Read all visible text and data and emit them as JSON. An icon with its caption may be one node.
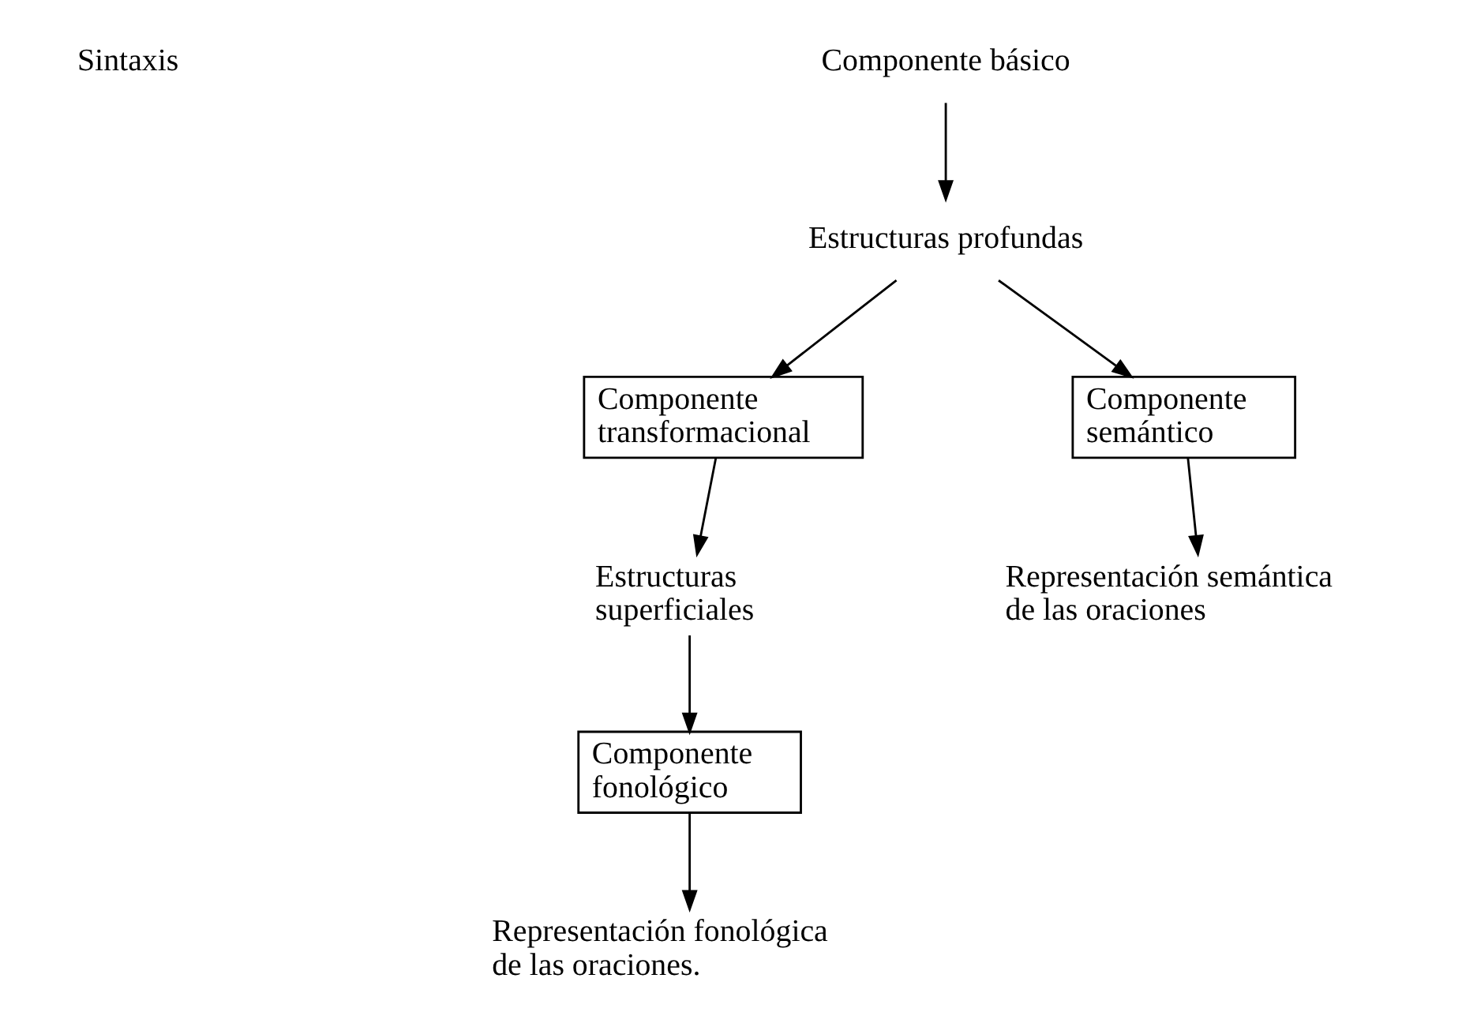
{
  "diagram": {
    "nodes": [
      {
        "text": [
          "Componente básico"
        ]
      },
      {
        "text": [
          "Estructuras profundas"
        ]
      },
      {
        "text": [
          "Componente transformacional"
        ]
      },
      {
        "text": [
          "Componente semántico"
        ]
      },
      {
        "text": [
          "Estructuras superficiales"
        ]
      },
      {
        "text": [
          "Representación semántica de las oraciones"
        ]
      },
      {
        "text": [
          "Componente fonológico"
        ]
      },
      {
        "text": [
          "Representación fonológica de las oraciones."
        ]
      }
    ],
    "edges": [
      {
        "from": 0,
        "to": 1,
        "arrow": "to"
      },
      {
        "from": 1,
        "to": 2,
        "arrow": "to"
      },
      {
        "from": 1,
        "to": 3,
        "arrow": "to"
      },
      {
        "from": 2,
        "to": 4,
        "arrow": "to"
      },
      {
        "from": 3,
        "to": 5,
        "arrow": "to"
      },
      {
        "from": 4,
        "to": 6,
        "arrow": "to"
      },
      {
        "from": 6,
        "to": 7,
        "arrow": "to"
      }
    ],
    "labels": [
      "Sintaxis"
    ]
  }
}
